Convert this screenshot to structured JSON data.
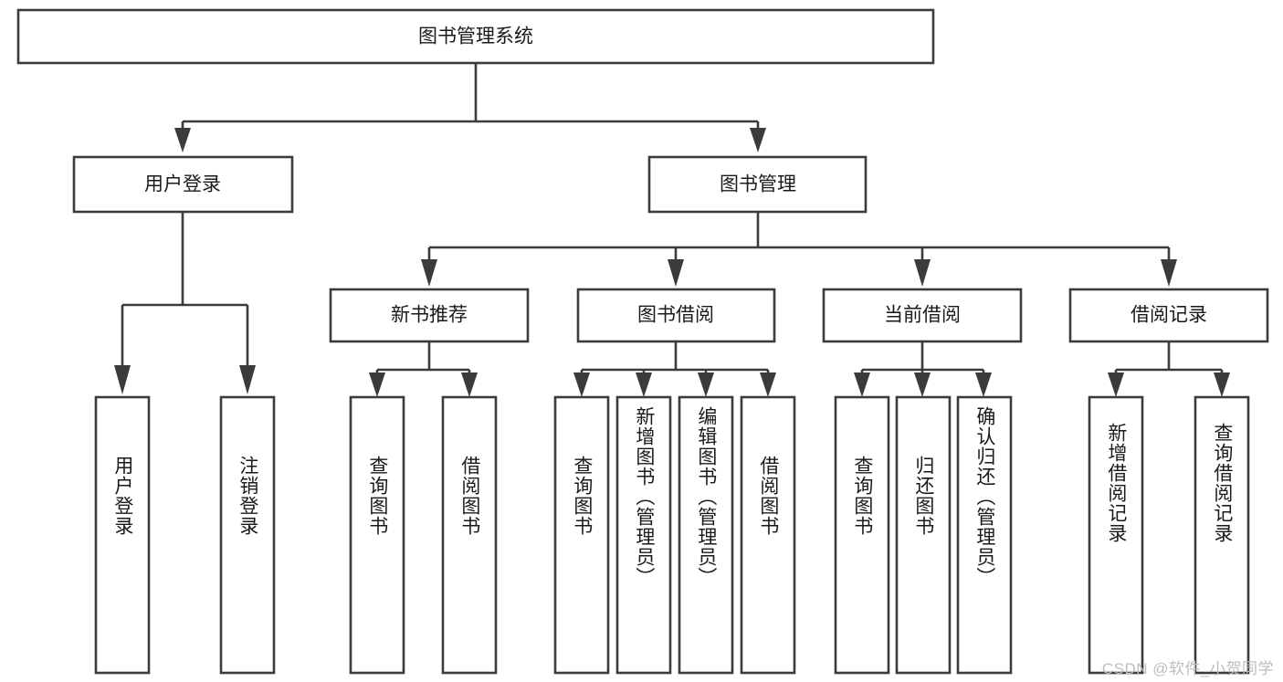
{
  "diagram": {
    "title": "图书管理系统",
    "type": "tree",
    "root": {
      "label": "图书管理系统"
    },
    "level1": [
      {
        "label": "用户登录"
      },
      {
        "label": "图书管理"
      }
    ],
    "level2": [
      {
        "label": "新书推荐",
        "parent": "图书管理"
      },
      {
        "label": "图书借阅",
        "parent": "图书管理"
      },
      {
        "label": "当前借阅",
        "parent": "图书管理"
      },
      {
        "label": "借阅记录",
        "parent": "图书管理"
      }
    ],
    "leaves": {
      "user_login": [
        {
          "label": "用户登录"
        },
        {
          "label": "注销登录"
        }
      ],
      "new_book_recommend": [
        {
          "label": "查询图书"
        },
        {
          "label": "借阅图书"
        }
      ],
      "book_borrow": [
        {
          "label": "查询图书"
        },
        {
          "label": "新增图书（管理员）"
        },
        {
          "label": "编辑图书（管理员）"
        },
        {
          "label": "借阅图书"
        }
      ],
      "current_borrow": [
        {
          "label": "查询图书"
        },
        {
          "label": "归还图书"
        },
        {
          "label": "确认归还（管理员）"
        }
      ],
      "borrow_record": [
        {
          "label": "新增借阅记录"
        },
        {
          "label": "查询借阅记录"
        }
      ]
    }
  },
  "watermark": {
    "text": "CSDN @软件_小贺同学"
  },
  "colors": {
    "stroke": "#3b3b3b",
    "fill": "#ffffff",
    "text": "#1a1a1a",
    "watermark": "#bdbdbd"
  }
}
